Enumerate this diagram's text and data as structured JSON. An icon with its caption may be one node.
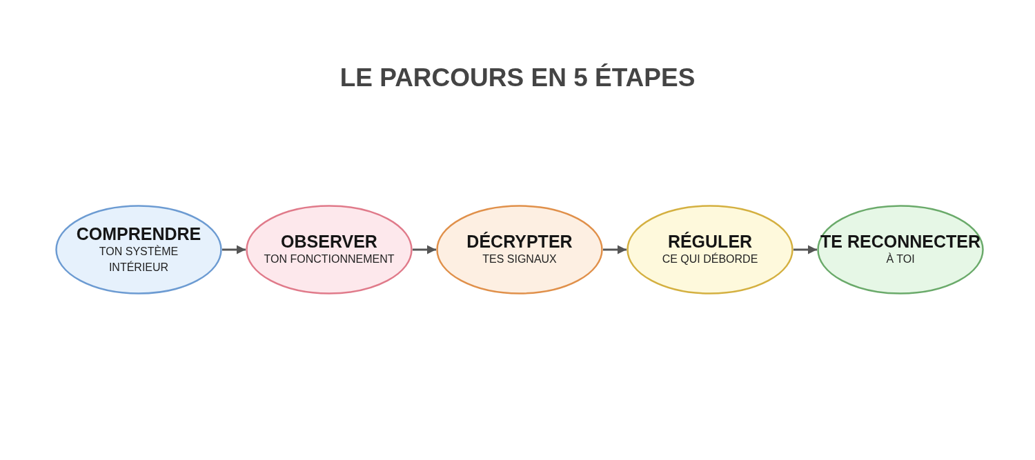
{
  "diagram": {
    "title": "LE PARCOURS EN 5 ÉTAPES",
    "nodes": [
      {
        "text": [
          "COMPRENDRE",
          "TON SYSTÈME INTÉRIEUR"
        ]
      },
      {
        "text": [
          "OBSERVER",
          "TON FONCTIONNEMENT"
        ]
      },
      {
        "text": [
          "DÉCRYPTER",
          "TES SIGNAUX"
        ]
      },
      {
        "text": [
          "RÉGULER",
          "CE QUI DÉBORDE"
        ]
      },
      {
        "text": [
          "TE RECONNECTER",
          "À TOI"
        ]
      }
    ],
    "edges": [
      {
        "from": 0,
        "to": 1,
        "arrow": "to"
      },
      {
        "from": 1,
        "to": 2,
        "arrow": "to"
      },
      {
        "from": 2,
        "to": 3,
        "arrow": "to"
      },
      {
        "from": 3,
        "to": 4,
        "arrow": "to"
      }
    ]
  }
}
